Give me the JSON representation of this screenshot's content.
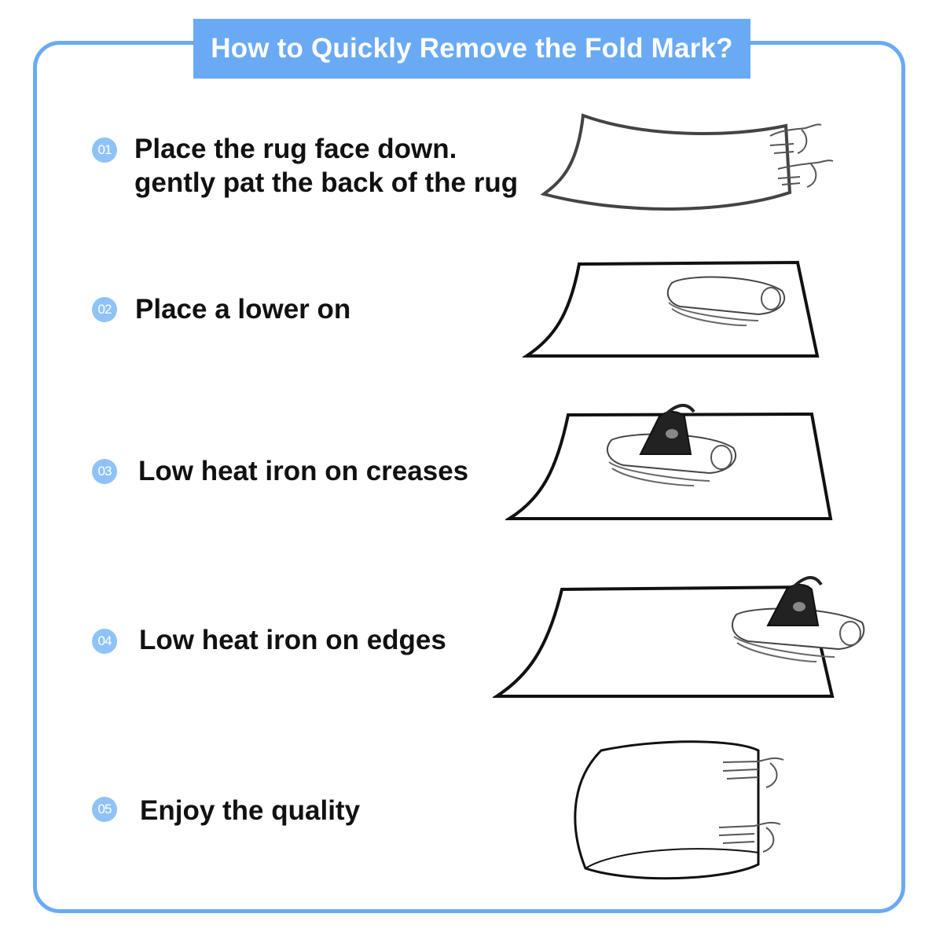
{
  "title": "How to Quickly Remove the Fold Mark?",
  "steps": [
    {
      "number": "01",
      "line1": "Place the rug face down.",
      "line2": "gently pat the back of the rug"
    },
    {
      "number": "02",
      "line1": "Place a lower on"
    },
    {
      "number": "03",
      "line1": "Low heat iron on creases"
    },
    {
      "number": "04",
      "line1": "Low heat iron on edges"
    },
    {
      "number": "05",
      "line1": "Enjoy the quality"
    }
  ],
  "colors": {
    "accent": "#6aaaf4",
    "badge": "#8fc3f8",
    "text": "#111111"
  },
  "icons": [
    "hands-holding-rug-illustration",
    "folded-towel-on-rug-illustration",
    "iron-on-towel-illustration",
    "iron-on-edge-illustration",
    "rug-rolled-by-hands-illustration"
  ]
}
